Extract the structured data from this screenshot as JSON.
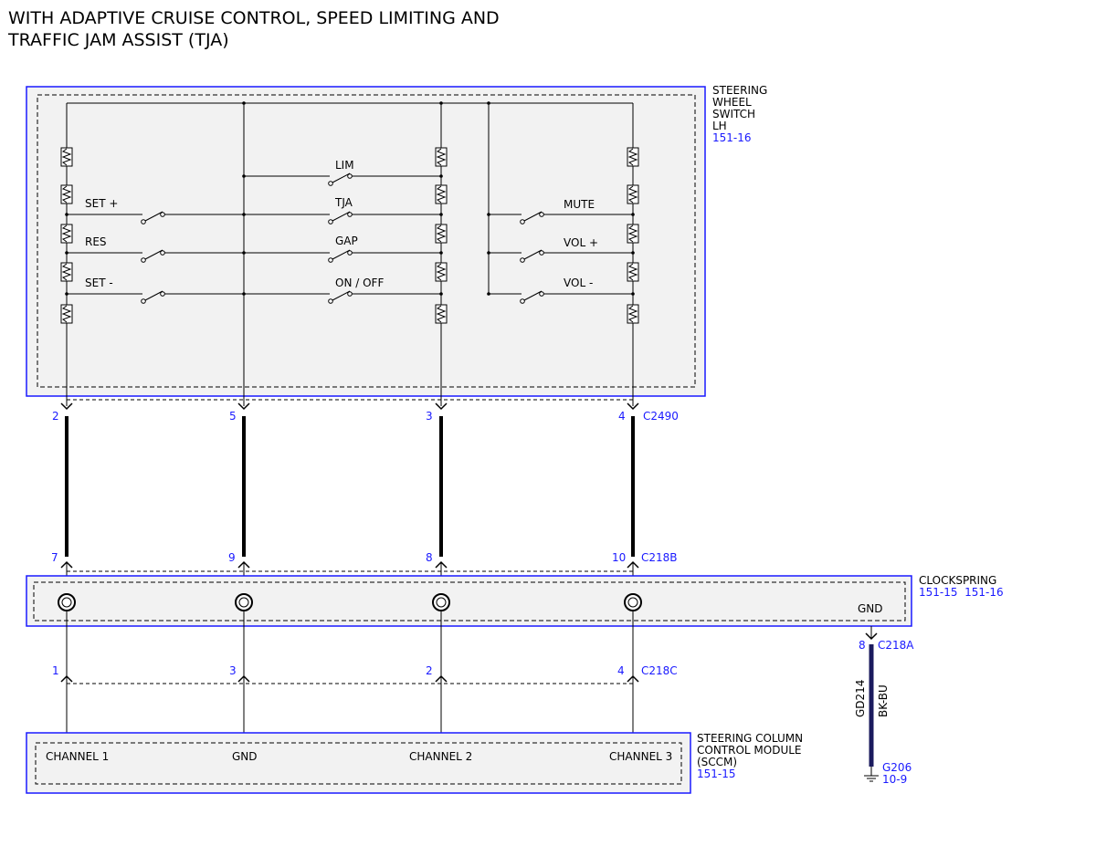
{
  "title": {
    "line1": "WITH ADAPTIVE CRUISE CONTROL, SPEED LIMITING AND",
    "line2": "TRAFFIC JAM ASSIST (TJA)"
  },
  "steering_wheel_switch": {
    "name_lines": [
      "STEERING",
      "WHEEL",
      "SWITCH",
      "LH"
    ],
    "ref": "151-16",
    "switches": {
      "set_plus": "SET +",
      "res": "RES",
      "set_minus": "SET -",
      "lim": "LIM",
      "tja": "TJA",
      "gap": "GAP",
      "on_off": "ON / OFF",
      "mute": "MUTE",
      "vol_plus": "VOL +",
      "vol_minus": "VOL -"
    }
  },
  "connectors": {
    "c2490": {
      "name": "C2490",
      "pins": [
        "2",
        "5",
        "3",
        "4"
      ]
    },
    "c218b": {
      "name": "C218B",
      "pins": [
        "7",
        "9",
        "8",
        "10"
      ]
    },
    "c218c": {
      "name": "C218C",
      "pins": [
        "1",
        "3",
        "2",
        "4"
      ]
    },
    "c218a": {
      "name": "C218A",
      "pin": "8"
    }
  },
  "clockspring": {
    "name": "CLOCKSPRING",
    "refs": "151-15  151-16",
    "gnd_label": "GND"
  },
  "sccm": {
    "name_lines": [
      "STEERING COLUMN",
      "CONTROL MODULE",
      "(SCCM)"
    ],
    "ref": "151-15",
    "pins": [
      "CHANNEL 1",
      "GND",
      "CHANNEL 2",
      "CHANNEL 3"
    ]
  },
  "ground_wire": {
    "circuit": "GD214",
    "color": "BK-BU",
    "ground_name": "G206",
    "ground_ref": "10-9"
  },
  "colors": {
    "border_blue": "#1a1aff",
    "ref_blue": "#1a1aff",
    "fill_grey": "#f2f2f2",
    "wire_navy": "#1b1b5e"
  }
}
